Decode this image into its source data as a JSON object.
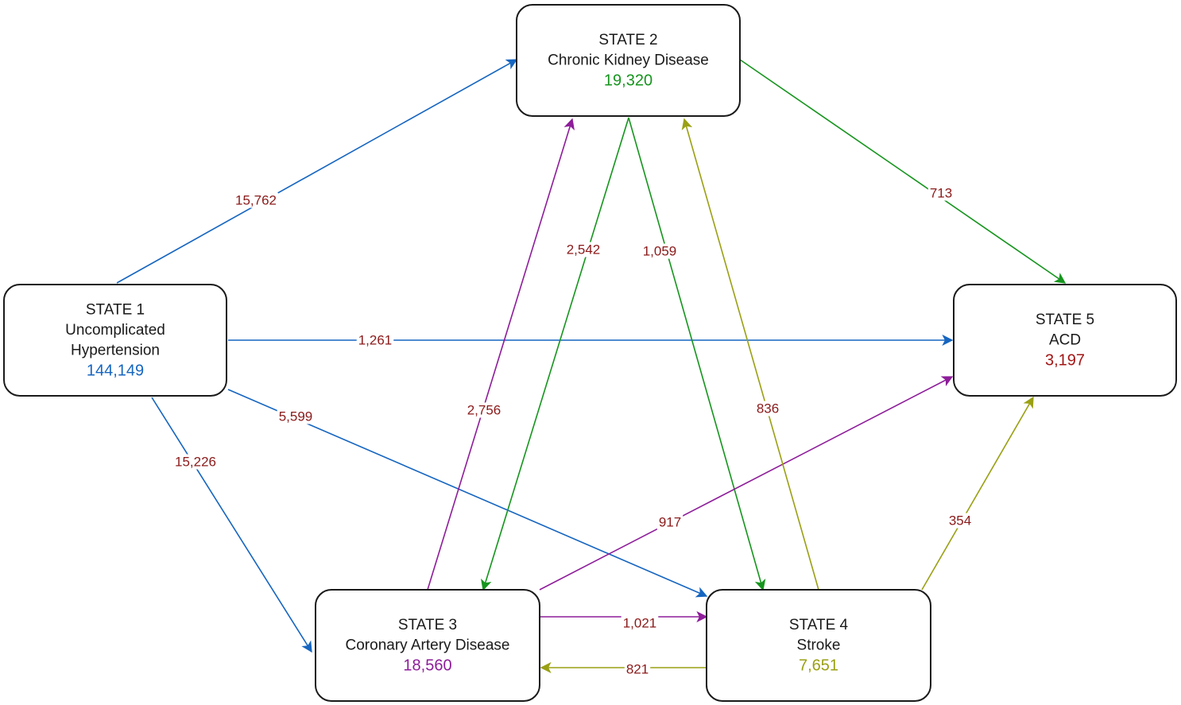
{
  "colors": {
    "blue": "#1565c0",
    "green": "#16951e",
    "purple": "#8e1d9a",
    "olive": "#9aa013",
    "edge_label": "#8b1a1a",
    "state5_count": "#a31515",
    "node_border": "#1a1a1a"
  },
  "nodes": {
    "s1": {
      "state": "STATE 1",
      "name_lines": [
        "Uncomplicated",
        "Hypertension"
      ],
      "count": "144,149",
      "color": "#1565c0"
    },
    "s2": {
      "state": "STATE 2",
      "name_lines": [
        "Chronic Kidney Disease"
      ],
      "count": "19,320",
      "color": "#16951e"
    },
    "s3": {
      "state": "STATE 3",
      "name_lines": [
        "Coronary Artery Disease"
      ],
      "count": "18,560",
      "color": "#8e1d9a"
    },
    "s4": {
      "state": "STATE 4",
      "name_lines": [
        "Stroke"
      ],
      "count": "7,651",
      "color": "#9aa013"
    },
    "s5": {
      "state": "STATE 5",
      "name_lines": [
        "ACD"
      ],
      "count": "3,197",
      "color": "#a31515"
    }
  },
  "edges": [
    {
      "from": "s1",
      "to": "s2",
      "label": "15,762",
      "color": "#1565c0"
    },
    {
      "from": "s1",
      "to": "s5",
      "label": "1,261",
      "color": "#1565c0"
    },
    {
      "from": "s1",
      "to": "s4",
      "label": "5,599",
      "color": "#1565c0"
    },
    {
      "from": "s1",
      "to": "s3",
      "label": "15,226",
      "color": "#1565c0"
    },
    {
      "from": "s2",
      "to": "s5",
      "label": "713",
      "color": "#16951e"
    },
    {
      "from": "s2",
      "to": "s3",
      "label": "2,542",
      "color": "#16951e"
    },
    {
      "from": "s2",
      "to": "s4",
      "label": "1,059",
      "color": "#16951e"
    },
    {
      "from": "s3",
      "to": "s2",
      "label": "2,756",
      "color": "#8e1d9a"
    },
    {
      "from": "s3",
      "to": "s5",
      "label": "917",
      "color": "#8e1d9a"
    },
    {
      "from": "s3",
      "to": "s4",
      "label": "1,021",
      "color": "#8e1d9a"
    },
    {
      "from": "s4",
      "to": "s2",
      "label": "836",
      "color": "#9aa013"
    },
    {
      "from": "s4",
      "to": "s5",
      "label": "354",
      "color": "#9aa013"
    },
    {
      "from": "s4",
      "to": "s3",
      "label": "821",
      "color": "#9aa013"
    }
  ]
}
